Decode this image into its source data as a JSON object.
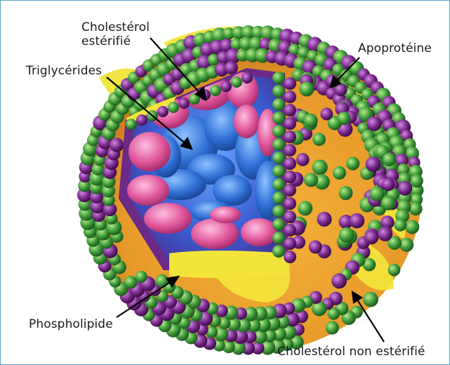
{
  "diagram": {
    "labels": {
      "cholesterol_esterifie_line1": "Cholestérol",
      "cholesterol_esterifie_line2": "estérifié",
      "apoproteine": "Apoprotéine",
      "triglycerides": "Triglycérides",
      "phospholipide": "Phospholipide",
      "cholesterol_non_esterifie": "Cholestérol non estérifié"
    },
    "colors": {
      "frame_border": "#5aa3c8",
      "apoprotein_yellow": "#f2e43a",
      "phospholipid_green": "#3f9a3a",
      "cholesterol_purple": "#7a2a8c",
      "ester_pink": "#e0569a",
      "triglyceride_blue": "#2f6fd6"
    }
  }
}
